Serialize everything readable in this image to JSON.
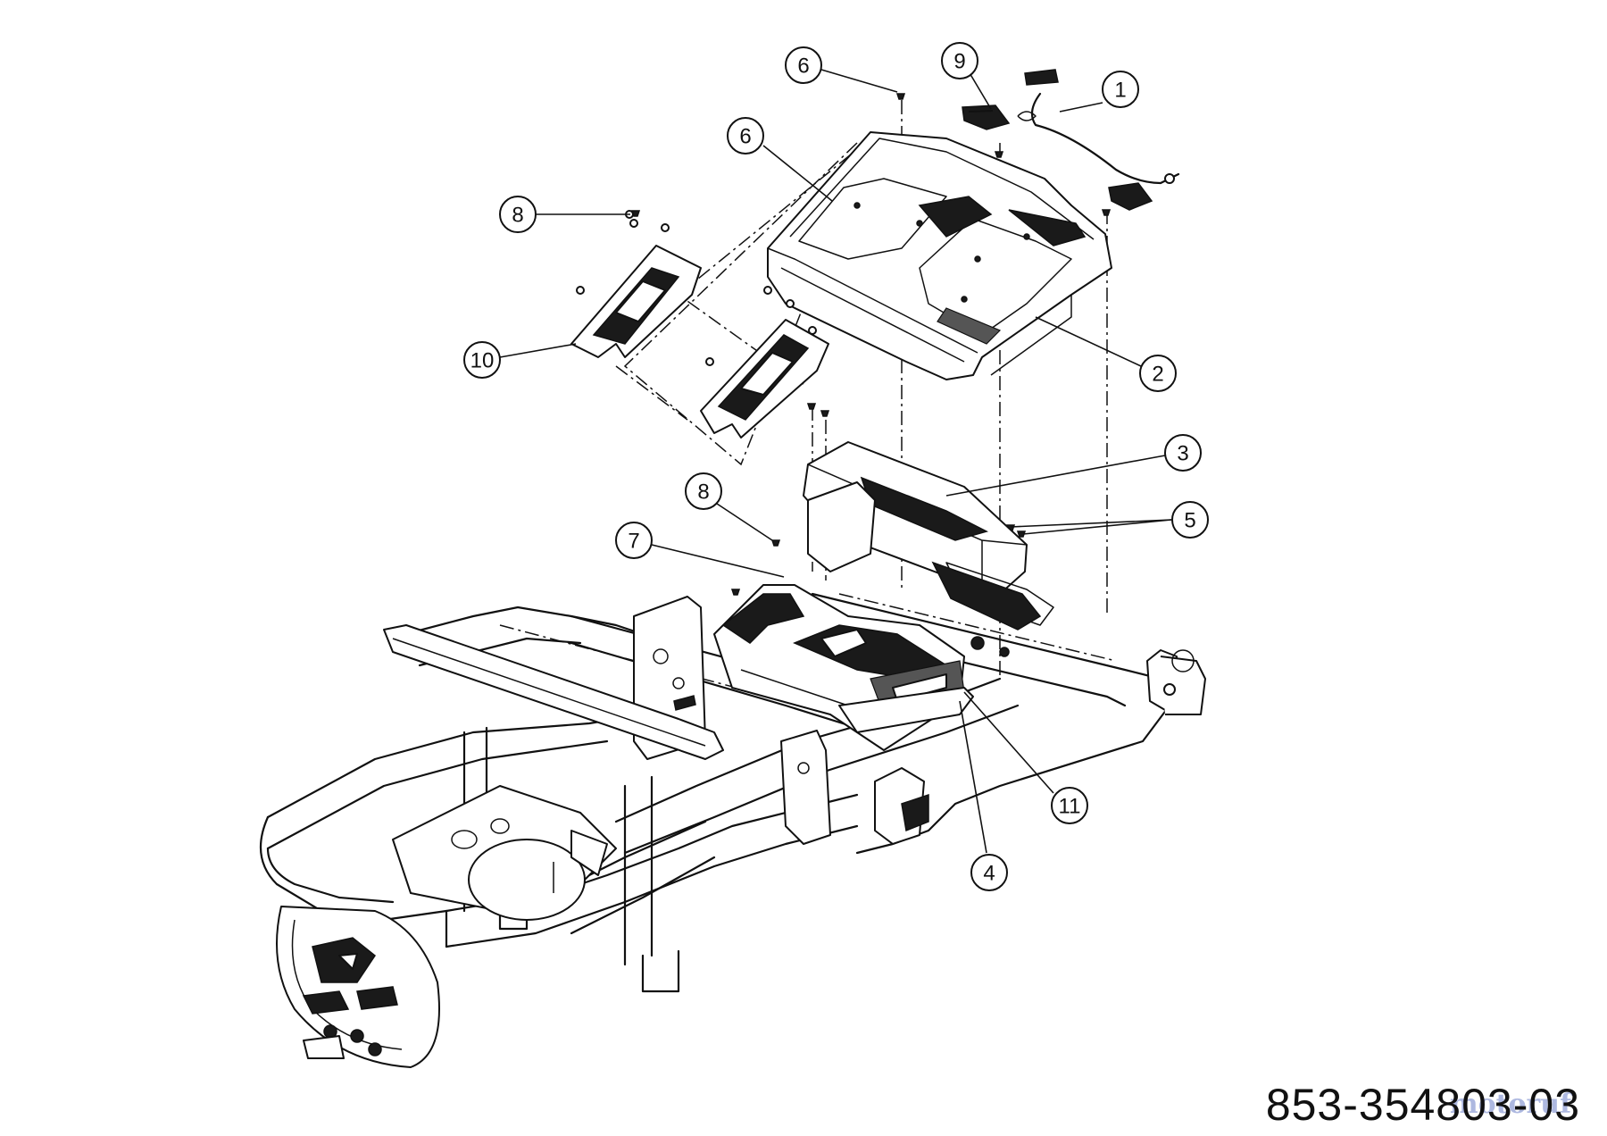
{
  "diagram": {
    "part_number": "853-354803-03",
    "watermark": "motoruf",
    "callouts": [
      {
        "label": "1"
      },
      {
        "label": "2"
      },
      {
        "label": "3"
      },
      {
        "label": "4"
      },
      {
        "label": "5"
      },
      {
        "label": "6"
      },
      {
        "label": "6"
      },
      {
        "label": "7"
      },
      {
        "label": "8"
      },
      {
        "label": "8"
      },
      {
        "label": "9"
      },
      {
        "label": "10"
      },
      {
        "label": "11"
      }
    ]
  }
}
